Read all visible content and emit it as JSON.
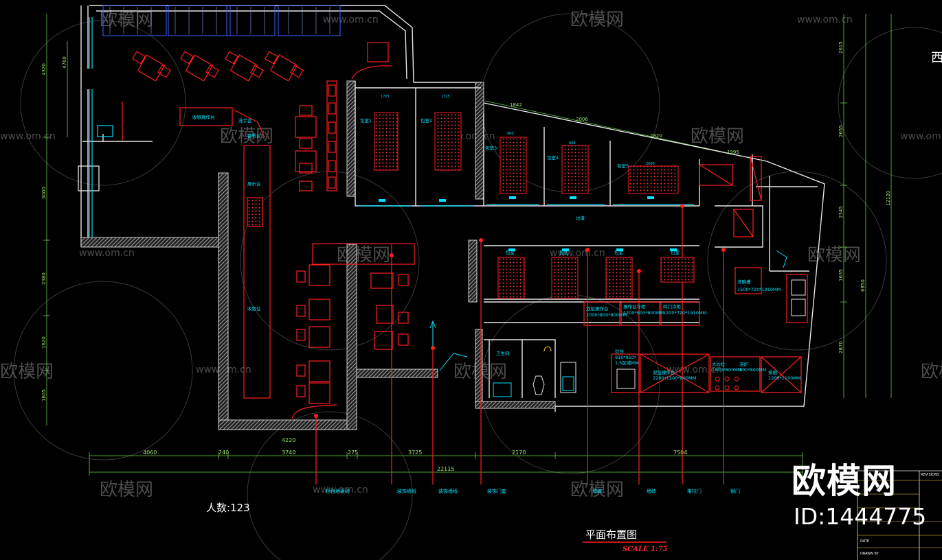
{
  "colors": {
    "background": "#000000",
    "wall": "#e8e8e8",
    "red": "#ff2020",
    "cyan": "#00e0ff",
    "green": "#6ad04a"
  },
  "watermark": {
    "brand": "欧模网",
    "site": "www.om.cn"
  },
  "labels": {
    "bar_counter": "收银操作台",
    "hand_wash": "洗手台",
    "prep_counter": "备餐台",
    "display": "展示台",
    "cashier": "收银台",
    "room1": "包室1",
    "room2": "包室2",
    "room3": "包室3",
    "room4": "包室4",
    "room5": "包室5",
    "room_a": "包室",
    "room_b": "包室",
    "room_c": "包室",
    "room_d": "包室",
    "corridor": "过道",
    "toilet": "卫生间",
    "sink1_a": "洗碗槽",
    "sink1_b": "1500*720*1910MM",
    "k1_a": "双层操作台",
    "k1_b": "2000*800*800MM",
    "k2_a": "操作台冷柜",
    "k2_b": "1200*800*800MM",
    "k3_a": "四门冷柜",
    "k3_b": "1200*720*1910MM",
    "stove_a": "灶台",
    "stove_b": "910*910*",
    "stove_c": "1.5区域MM",
    "k4_a": "双层操作台",
    "k4_b": "2200*1200*800MM",
    "k5_a": "大炒灶",
    "k5_b": "1800*800MM",
    "k6_a": "汤炉",
    "k6_b": "800*800MM",
    "k7_a": "排烟",
    "k7_b": "1200*1100MM",
    "room_w1": "1725",
    "room_w2": "1725",
    "room_w3": "900",
    "room_w4": "900",
    "room_w5": "2000"
  },
  "callouts": [
    "柜台地板砖",
    "装饰墙纸",
    "装饰墙纸",
    "装饰门套",
    "墙砖",
    "墙砖",
    "推拉门",
    "钢门"
  ],
  "dims": {
    "bottom": [
      "4060",
      "240",
      "3740",
      "275",
      "3725",
      "2170",
      "7504"
    ],
    "total": "22115",
    "sub": "4220",
    "left": [
      "4320",
      "4760",
      "3000",
      "2380",
      "1620",
      "1605"
    ],
    "right_inner": [
      "2615",
      "2655",
      "2345",
      "1635",
      "2870"
    ],
    "right_outer": [
      "6850",
      "12120"
    ],
    "diag": [
      "1842",
      "2006",
      "2820",
      "1995"
    ]
  },
  "title": "平面布置图",
  "scale": "SCALE 1:75",
  "people": "人数:123",
  "logo": "欧模网",
  "id": "ID:1444775",
  "corner_text": "西",
  "title_block": {
    "revisions": "REVISIONS",
    "date": "DATE",
    "drawn": "DRAWN BY"
  }
}
